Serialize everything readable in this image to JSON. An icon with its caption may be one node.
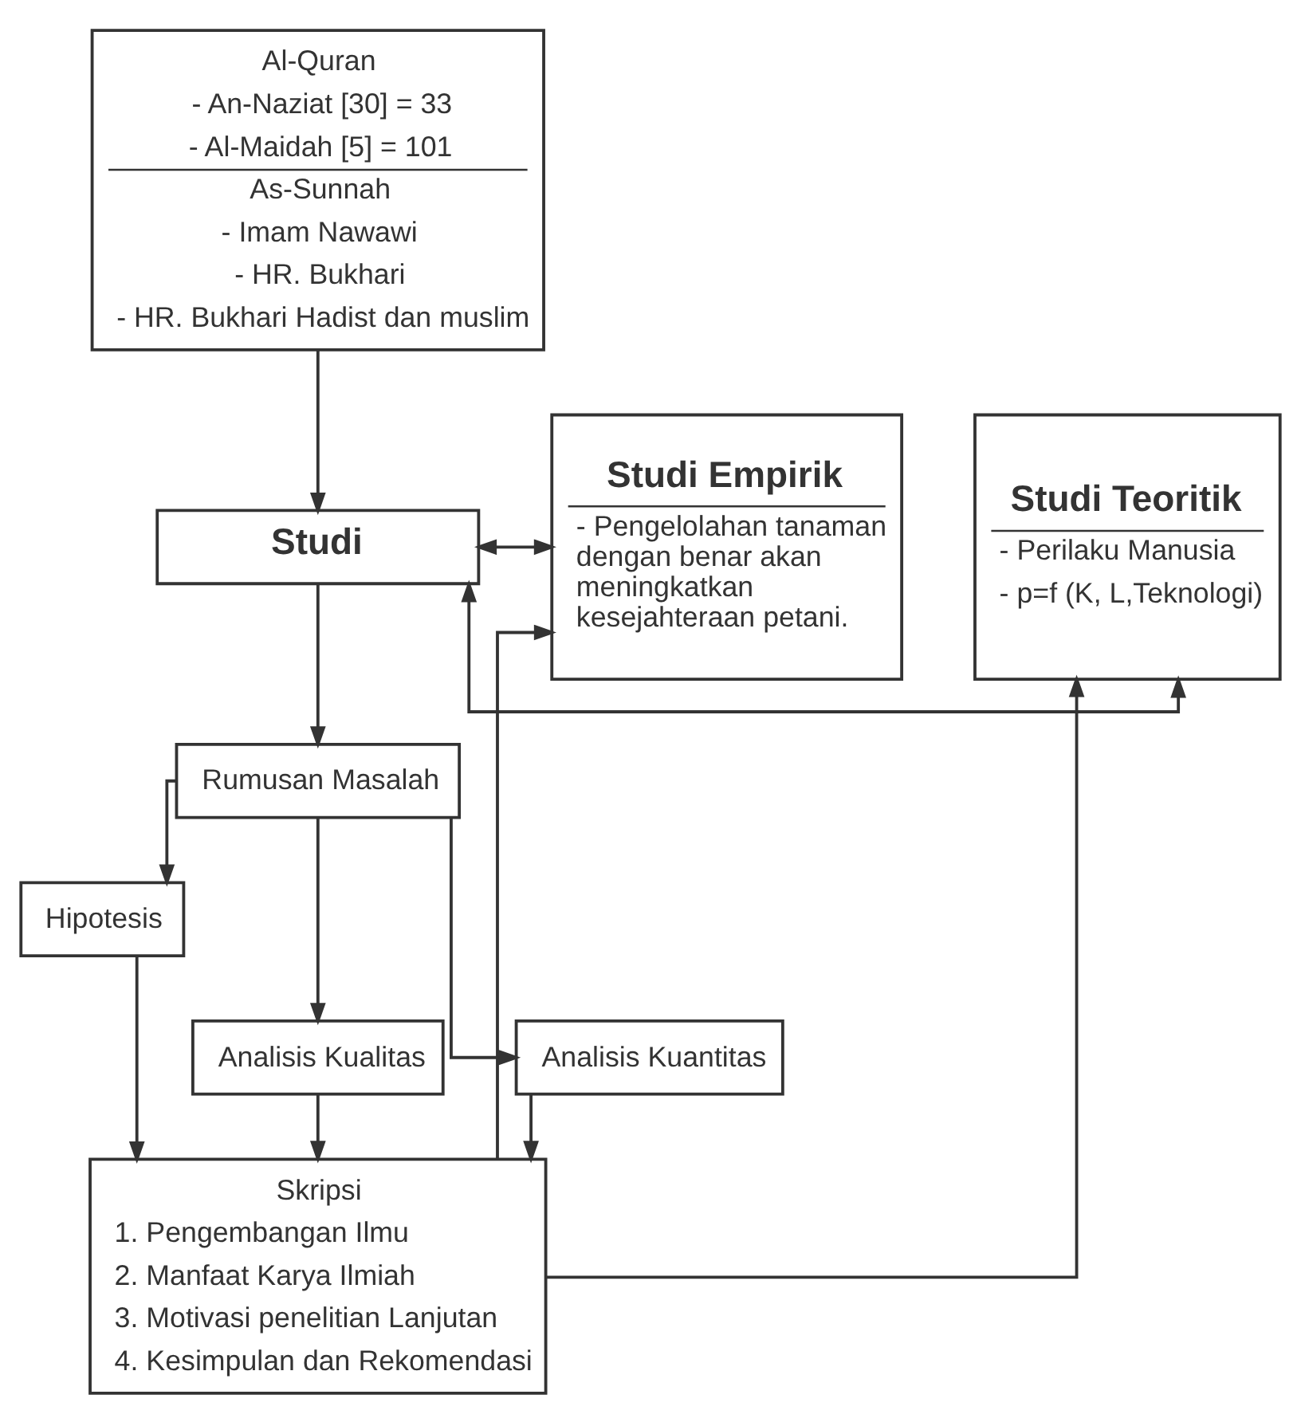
{
  "diagram": {
    "nodes": [
      {
        "text": [
          "Al-Quran",
          "- An-Naziat [30] = 33",
          "- Al-Maidah [5] = 101",
          "As-Sunnah",
          "- Imam Nawawi",
          "- HR. Bukhari",
          "- HR. Bukhari Hadist dan muslim"
        ]
      },
      {
        "text": [
          "Studi Teoritik",
          "- Perilaku Manusia",
          "- p=f (K, L,Teknologi)"
        ]
      },
      {
        "text": [
          "Studi"
        ]
      },
      {
        "text": [
          "Studi Empirik",
          "- Pengelolahan tanaman dengan benar akan meningkatkan kesejahteraan petani."
        ]
      },
      {
        "text": [
          "Rumusan Masalah"
        ]
      },
      {
        "text": [
          "Hipotesis"
        ]
      },
      {
        "text": [
          "Analisis Kualitas"
        ]
      },
      {
        "text": [
          "Analisis Kuantitas"
        ]
      },
      {
        "text": [
          "Skripsi",
          "1. Pengembangan Ilmu",
          "2. Manfaat Karya Ilmiah",
          "3. Motivasi penelitian Lanjutan",
          "4. Kesimpulan dan Rekomendasi"
        ]
      }
    ],
    "edges": [
      {
        "from": 0,
        "to": 2,
        "arrow": "to"
      },
      {
        "from": 2,
        "to": 1,
        "arrow": "both"
      },
      {
        "from": 2,
        "to": 3,
        "arrow": "both"
      },
      {
        "from": 2,
        "to": 4,
        "arrow": "to"
      },
      {
        "from": 4,
        "to": 5,
        "arrow": "to"
      },
      {
        "from": 4,
        "to": 6,
        "arrow": "to"
      },
      {
        "from": 4,
        "to": 7,
        "arrow": "to"
      },
      {
        "from": 5,
        "to": 8,
        "arrow": "to"
      },
      {
        "from": 6,
        "to": 8,
        "arrow": "to"
      },
      {
        "from": 7,
        "to": 8,
        "arrow": "to"
      },
      {
        "from": 8,
        "to": 1,
        "arrow": "to"
      },
      {
        "from": 8,
        "to": 3,
        "arrow": "to"
      }
    ]
  }
}
